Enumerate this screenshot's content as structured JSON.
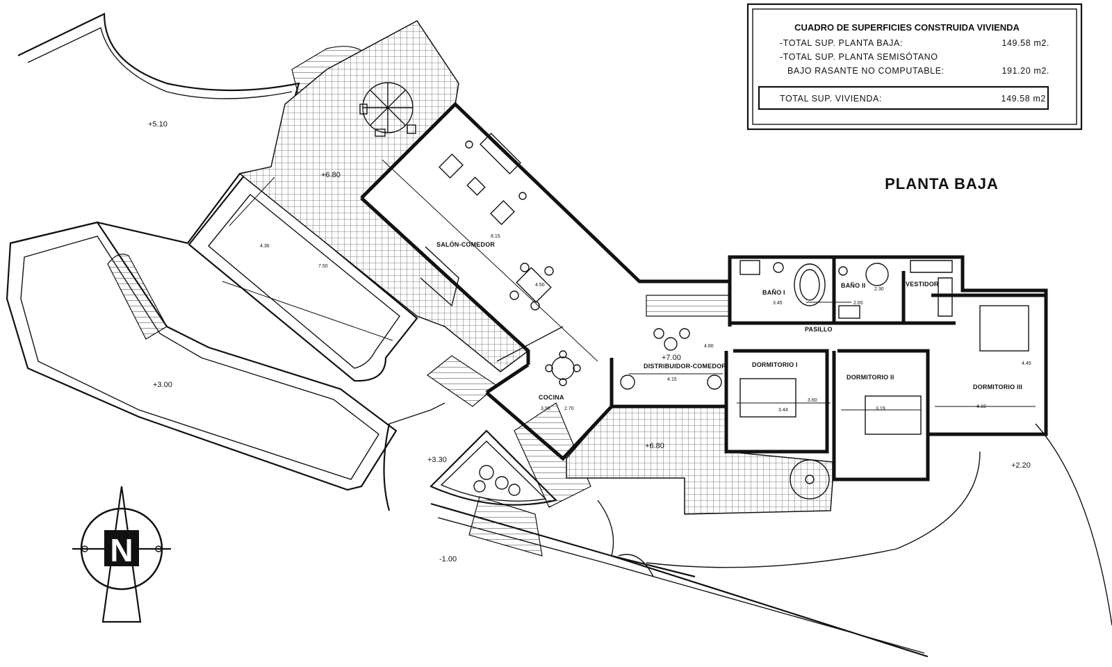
{
  "summary_table": {
    "title": "CUADRO DE SUPERFICIES CONSTRUIDA VIVIENDA",
    "rows": [
      {
        "label": "-TOTAL SUP. PLANTA BAJA:",
        "value": "149.58 m2."
      },
      {
        "label": "-TOTAL SUP. PLANTA SEMISÓTANO",
        "value": ""
      },
      {
        "label": "BAJO RASANTE NO COMPUTABLE:",
        "value": "191.20 m2."
      }
    ],
    "total": {
      "label": "TOTAL SUP. VIVIENDA:",
      "value": "149.58 m2"
    }
  },
  "plan_title": "PLANTA BAJA",
  "rooms": {
    "salon": "SALÓN-COMEDOR",
    "cocina": "COCINA",
    "distribuidor": "DISTRIBUIDOR-COMEDOR",
    "bano1": "BAÑO I",
    "bano2": "BAÑO II",
    "vestidor": "VESTIDOR",
    "pasillo": "PASILLO",
    "dorm1": "DORMITORIO I",
    "dorm2": "DORMITORIO II",
    "dorm3": "DORMITORIO III"
  },
  "levels": {
    "l510": "+5.10",
    "l680a": "+6.80",
    "l300": "+3.00",
    "l330": "+3.30",
    "l700": "+7.00",
    "l680b": "+6.80",
    "l220": "+2.20",
    "lm100": "-1.00"
  },
  "dimensions": {
    "salon_len": "8.15",
    "salon_w": "4.50",
    "pool_w": "4.36",
    "pool_len": "7.50",
    "bano1": "3.45",
    "bano2": "2.65",
    "bano2_h": "2.30",
    "dist_w": "4.15",
    "dist_h": "4.80",
    "cocina_a": "3.90",
    "cocina_b": "2.70",
    "dorm1_w": "3.44",
    "dorm1_h": "3.60",
    "dorm2_w": "3.19",
    "dorm3_w": "4.10",
    "dorm3_h": "4.45"
  },
  "compass_letter": "N",
  "icons": {
    "compass": "north-arrow-icon",
    "umbrella": "parasol-icon"
  }
}
